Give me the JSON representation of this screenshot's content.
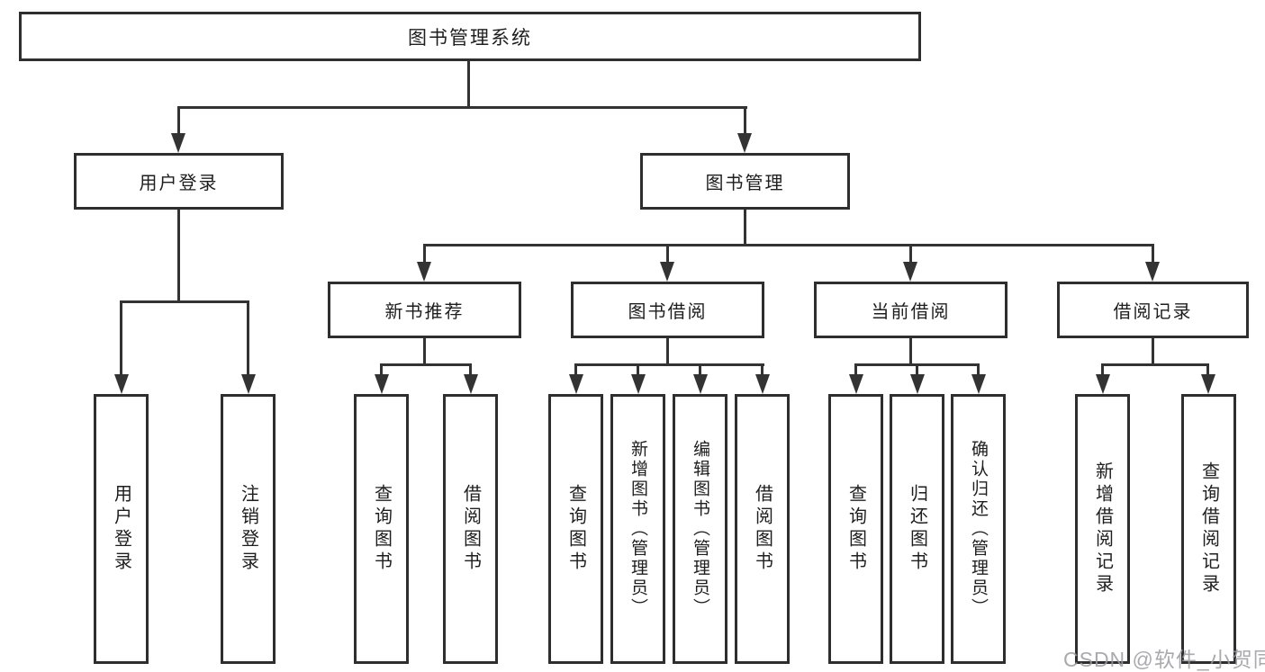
{
  "diagram": {
    "title": "图书管理系统",
    "level2": {
      "user_login": "用户登录",
      "book_management": "图书管理"
    },
    "level3": {
      "new_book_recommend": "新书推荐",
      "book_borrow": "图书借阅",
      "current_borrow": "当前借阅",
      "borrow_records": "借阅记录"
    },
    "leaves": {
      "user_login": [
        "用户登录",
        "注销登录"
      ],
      "new_book_recommend": [
        "查询图书",
        "借阅图书"
      ],
      "book_borrow": [
        "查询图书",
        "新增图书（管理员）",
        "编辑图书（管理员）",
        "借阅图书"
      ],
      "current_borrow": [
        "查询图书",
        "归还图书",
        "确认归还（管理员）"
      ],
      "borrow_records": [
        "新增借阅记录",
        "查询借阅记录"
      ]
    }
  },
  "watermark": "CSDN @软件_小贺同学",
  "colors": {
    "line": "#333333",
    "box_border": "#2e2e2e",
    "text": "#1e1e1e",
    "background": "#ffffff",
    "watermark": "#9b9ba1"
  }
}
